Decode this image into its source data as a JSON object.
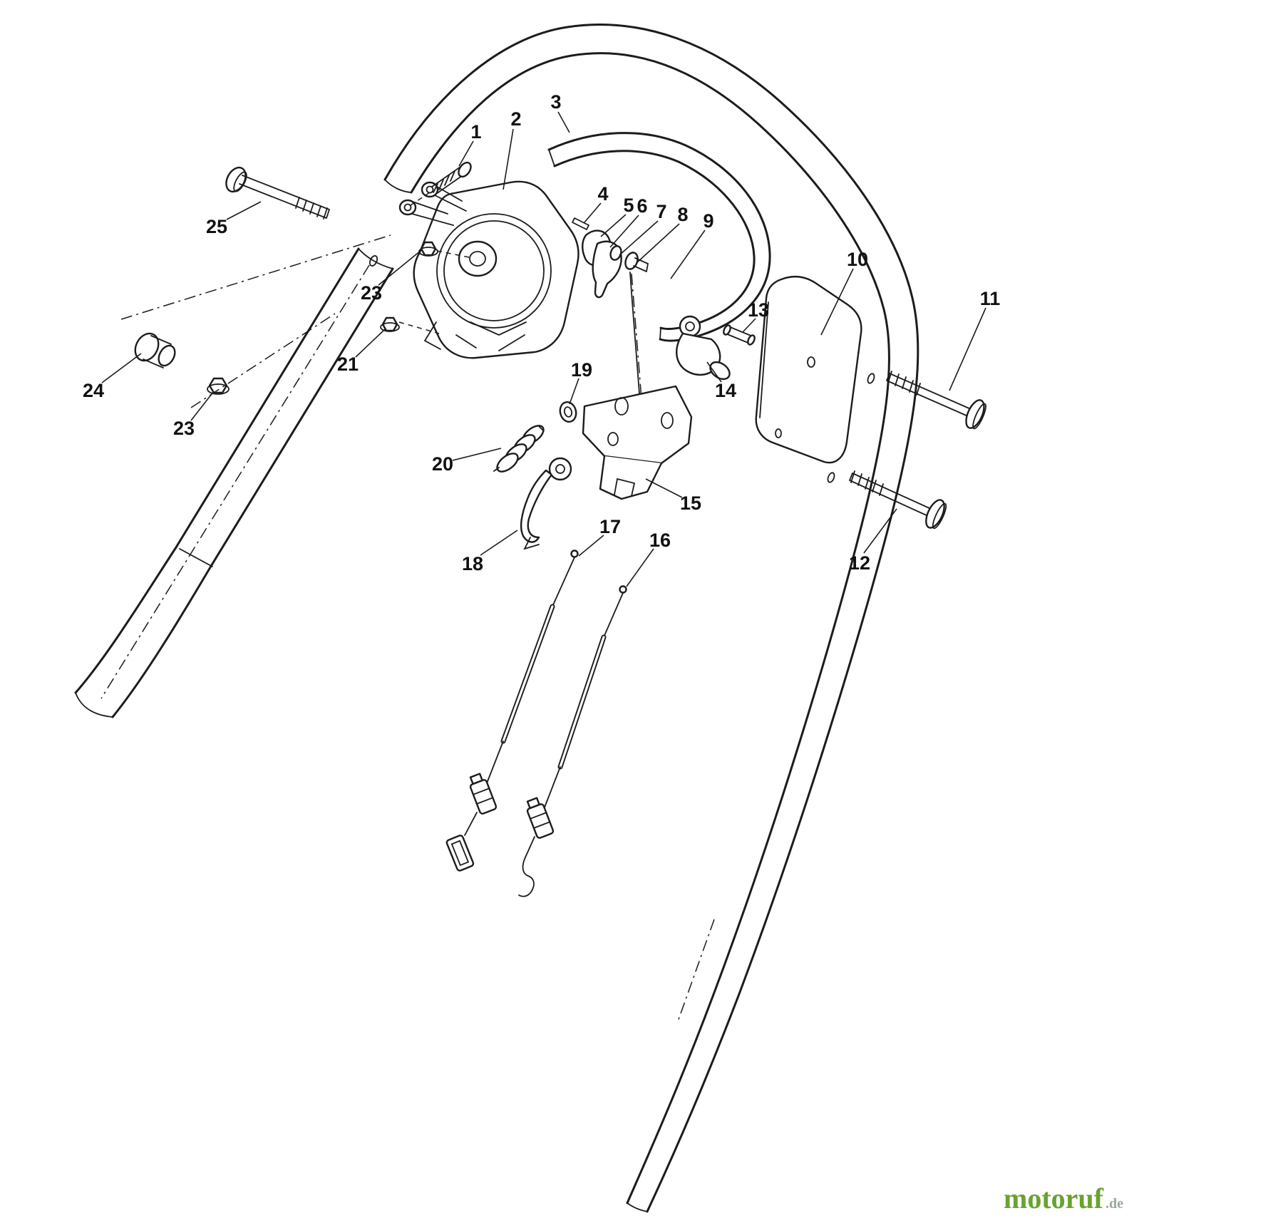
{
  "diagram": {
    "background_color": "#ffffff",
    "line_color": "#1c1c1c",
    "description": "Exploded parts diagram of mower handle traction control assembly",
    "callouts": [
      {
        "label": "1"
      },
      {
        "label": "2"
      },
      {
        "label": "3"
      },
      {
        "label": "4"
      },
      {
        "label": "5"
      },
      {
        "label": "6"
      },
      {
        "label": "7"
      },
      {
        "label": "8"
      },
      {
        "label": "9"
      },
      {
        "label": "10"
      },
      {
        "label": "11"
      },
      {
        "label": "12"
      },
      {
        "label": "13"
      },
      {
        "label": "14"
      },
      {
        "label": "15"
      },
      {
        "label": "16"
      },
      {
        "label": "17"
      },
      {
        "label": "18"
      },
      {
        "label": "19"
      },
      {
        "label": "20"
      },
      {
        "label": "21"
      },
      {
        "label": "23"
      },
      {
        "label": "23"
      },
      {
        "label": "24"
      },
      {
        "label": "25"
      }
    ],
    "watermark": {
      "brand": "motoruf",
      "tld": ".de",
      "brand_color": "#6aa22f",
      "tld_color": "#9aa89a"
    }
  }
}
